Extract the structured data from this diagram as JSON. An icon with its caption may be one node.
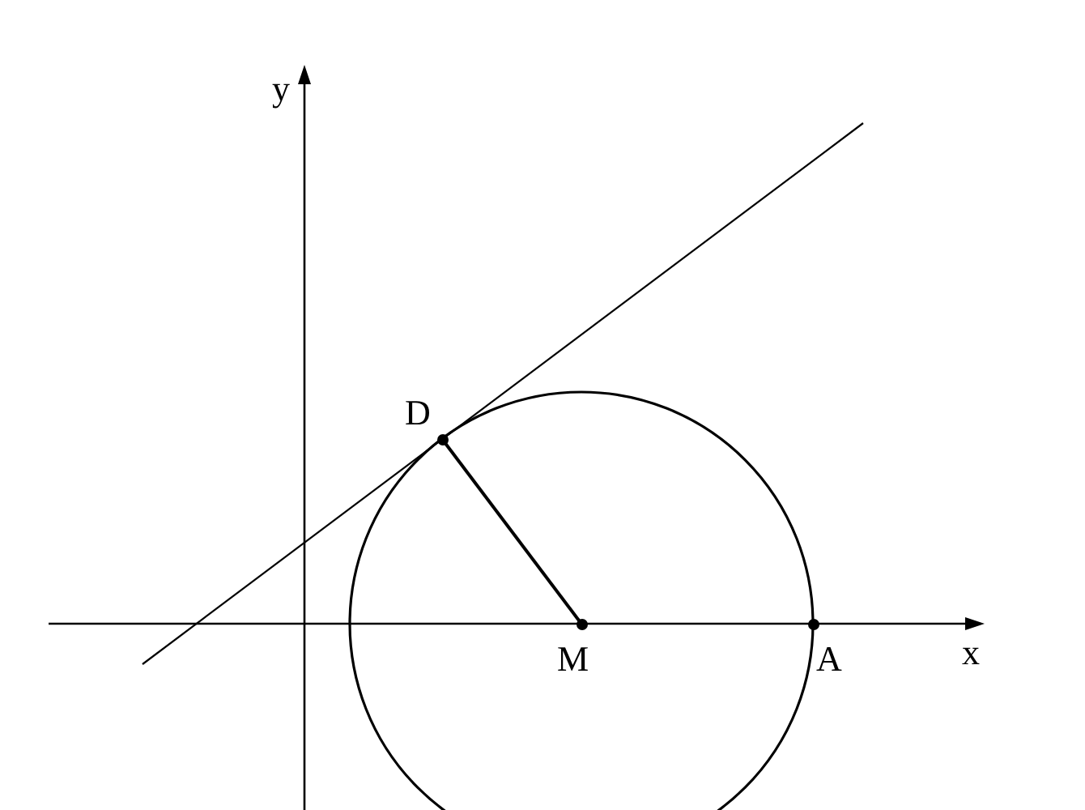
{
  "diagram": {
    "nodes": [
      {
        "text": [
          "D"
        ]
      },
      {
        "text": [
          "M"
        ]
      },
      {
        "text": [
          "A"
        ]
      }
    ],
    "edges": [
      {
        "from": 0,
        "to": 1,
        "arrow": "none"
      }
    ],
    "labels": [
      "y",
      "x"
    ]
  }
}
